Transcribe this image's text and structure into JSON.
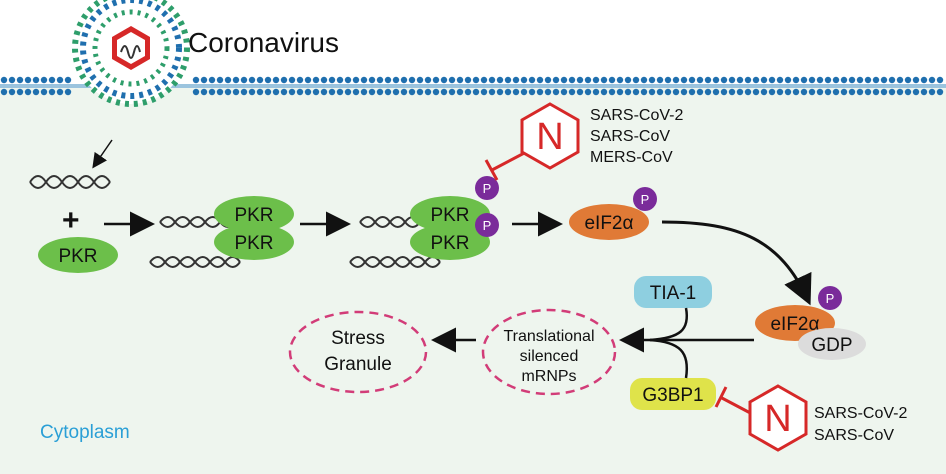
{
  "title": "Coronavirus",
  "compartment_label": "Cytoplasm",
  "nodes": {
    "pkr_free": "PKR",
    "pkr_dimer_top": "PKR",
    "pkr_dimer_bottom": "PKR",
    "pkr_active_top": "PKR",
    "pkr_active_bottom": "PKR",
    "phospho_1": "P",
    "phospho_2": "P",
    "eif2a": "eIF2α",
    "eif2a_phospho": "P",
    "eif2a_gdp_complex": "eIF2α",
    "eif2a_gdp_phospho": "P",
    "gdp": "GDP",
    "tia1": "TIA-1",
    "g3bp1": "G3BP1",
    "plus_sign": "+",
    "mrnp_line1": "Translational",
    "mrnp_line2": "silenced",
    "mrnp_line3": "mRNPs",
    "stress_granule_line1": "Stress",
    "stress_granule_line2": "Granule",
    "n_protein_top": "N",
    "n_protein_bottom": "N"
  },
  "inhibitors_top": [
    "SARS-CoV-2",
    "SARS-CoV",
    "MERS-CoV"
  ],
  "inhibitors_bottom": [
    "SARS-CoV-2",
    "SARS-CoV"
  ],
  "colors": {
    "cytoplasm_bg": "#eef5ee",
    "pkr_green": "#6cbf4a",
    "phospho_purple": "#7a2b9a",
    "eif2a_orange": "#e07a36",
    "gdp_grey": "#dcdcdc",
    "tia1_blue": "#8ecfe0",
    "g3bp1_yellow": "#dfe34a",
    "inhibitor_red": "#d62828",
    "dashed_magenta": "#d23c78",
    "membrane_blue": "#1f6fae",
    "membrane_green": "#2e9e6b",
    "cytoplasm_text": "#2a9fd6"
  }
}
